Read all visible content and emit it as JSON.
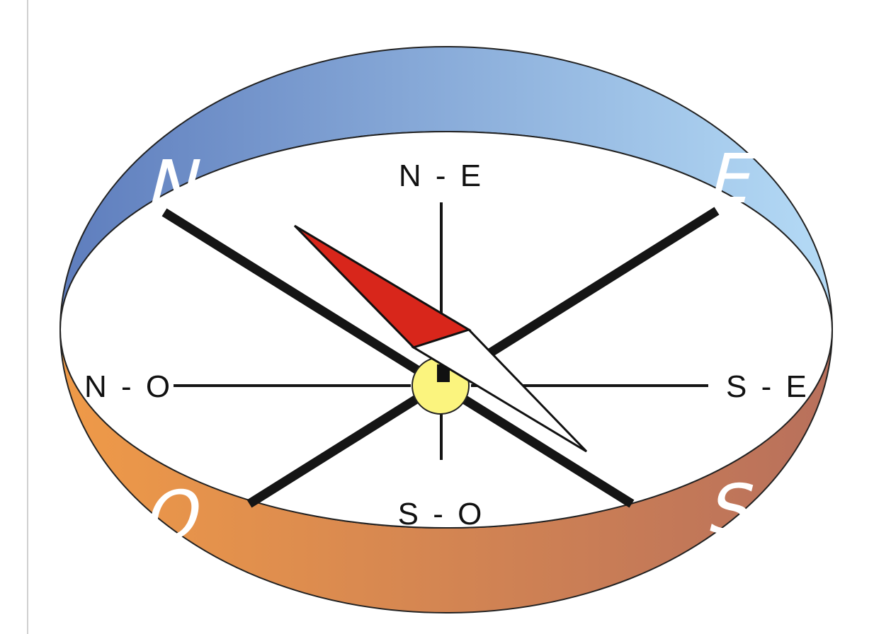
{
  "diagram": {
    "cardinals": {
      "north": "N",
      "east": "E",
      "south": "S",
      "west": "O"
    },
    "intercardinals": {
      "north_east": "N - E",
      "south_east": "S - E",
      "south_west": "S - O",
      "north_west": "N - O"
    }
  },
  "colors": {
    "band_top_left": "#5e7dbd",
    "band_top_right": "#b5dbf6",
    "band_bottom_left": "#ef9a48",
    "band_bottom_right": "#b8705c",
    "needle_north": "#d8261b",
    "needle_south": "#ffffff",
    "pivot": "#fbf47e",
    "axis_lines": "#151515"
  }
}
